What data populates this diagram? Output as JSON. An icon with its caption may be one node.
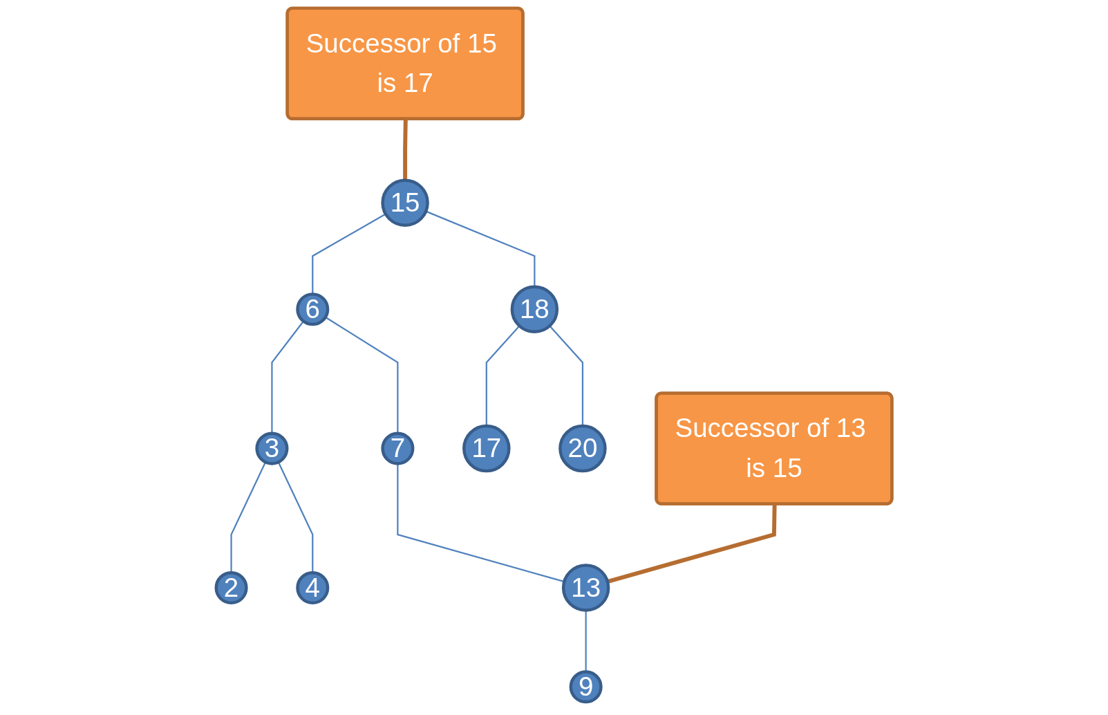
{
  "diagram": {
    "nodes": [
      {
        "text": [
          "15"
        ]
      },
      {
        "text": [
          "Successor of 15 is 17"
        ]
      },
      {
        "text": [
          "6"
        ]
      },
      {
        "text": [
          "18"
        ]
      },
      {
        "text": [
          "3"
        ]
      },
      {
        "text": [
          "7"
        ]
      },
      {
        "text": [
          "17"
        ]
      },
      {
        "text": [
          "20"
        ]
      },
      {
        "text": [
          "2"
        ]
      },
      {
        "text": [
          "4"
        ]
      },
      {
        "text": [
          "13"
        ]
      },
      {
        "text": [
          "Successor of 13 is 15"
        ]
      },
      {
        "text": [
          "9"
        ]
      }
    ],
    "edges": [
      {
        "from": 1,
        "to": 0,
        "arrow": "none",
        "style": "thick",
        "color": "#b66d31"
      },
      {
        "from": 0,
        "to": 2,
        "arrow": "none"
      },
      {
        "from": 0,
        "to": 3,
        "arrow": "none"
      },
      {
        "from": 2,
        "to": 4,
        "arrow": "none"
      },
      {
        "from": 2,
        "to": 5,
        "arrow": "none"
      },
      {
        "from": 3,
        "to": 6,
        "arrow": "none"
      },
      {
        "from": 3,
        "to": 7,
        "arrow": "none"
      },
      {
        "from": 4,
        "to": 8,
        "arrow": "none"
      },
      {
        "from": 4,
        "to": 9,
        "arrow": "none"
      },
      {
        "from": 5,
        "to": 10,
        "arrow": "none"
      },
      {
        "from": 11,
        "to": 10,
        "arrow": "none",
        "style": "thick",
        "color": "#b66d31"
      },
      {
        "from": 10,
        "to": 12,
        "arrow": "none"
      }
    ]
  }
}
